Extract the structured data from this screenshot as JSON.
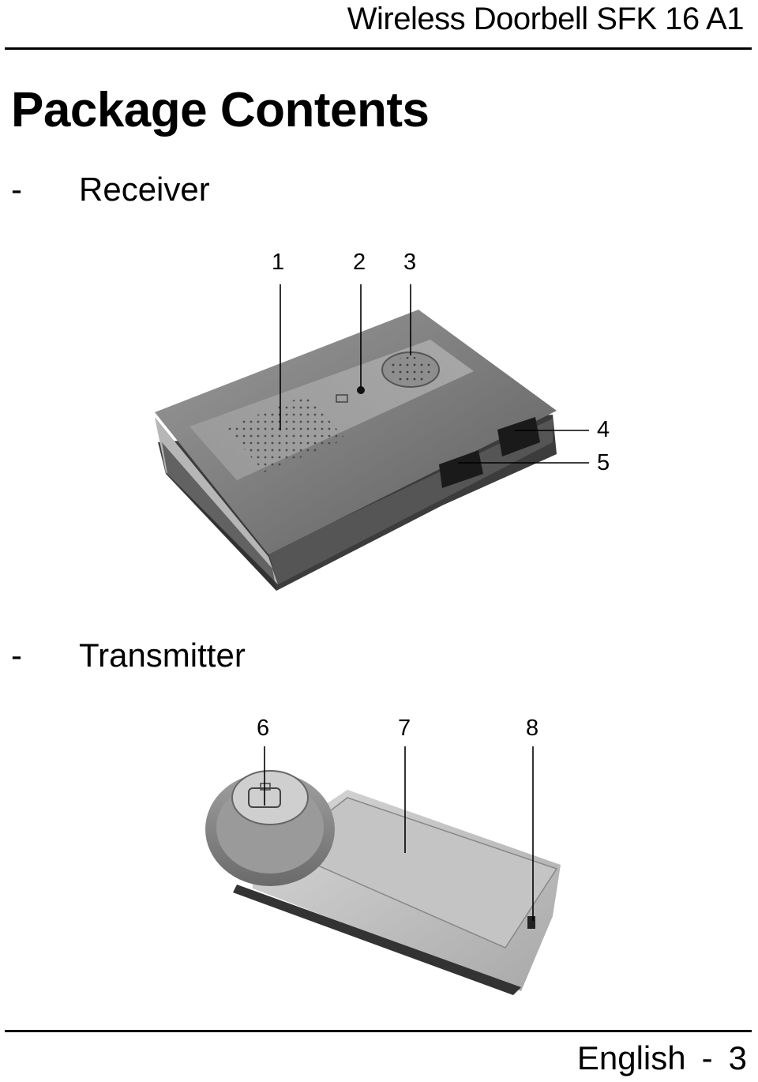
{
  "header": {
    "title": "Wireless Doorbell SFK 16 A1"
  },
  "page_title": "Package Contents",
  "items": [
    {
      "dash": "-",
      "label": "Receiver"
    },
    {
      "dash": "-",
      "label": "Transmitter"
    }
  ],
  "receiver_callouts": [
    "1",
    "2",
    "3",
    "4",
    "5"
  ],
  "transmitter_callouts": [
    "6",
    "7",
    "8"
  ],
  "footer": {
    "language": "English",
    "separator": "-",
    "page_number": "3"
  }
}
